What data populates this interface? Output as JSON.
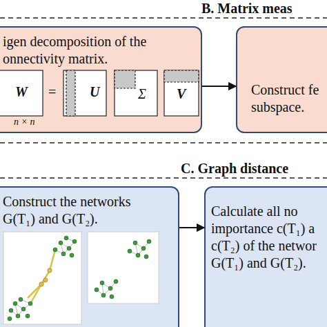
{
  "diagram": {
    "nodes": [
      {
        "text": [
          "igen decomposition of the onnectivity matrix."
        ]
      },
      {
        "text": [
          "Construct fe subspace."
        ]
      },
      {
        "text": [
          "Construct the networks G(T₁) and G(T₂)."
        ]
      },
      {
        "text": [
          "Calculate all no importance c(T₁) a c(T₂) of the networ G(T₁) and G(T₂)."
        ]
      }
    ],
    "edges": [
      {
        "from": 0,
        "to": 1,
        "arrow": "to"
      },
      {
        "from": 2,
        "to": 3,
        "arrow": "to"
      }
    ],
    "labels": [
      "B. Matrix meas",
      "W",
      "=",
      "U",
      "Σ",
      "V",
      "n × n",
      "C. Graph distance"
    ]
  }
}
